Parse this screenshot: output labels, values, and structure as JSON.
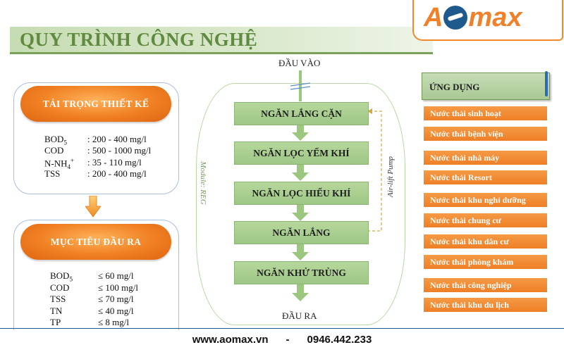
{
  "header": {
    "title": "QUY TRÌNH CÔNG NGHỆ"
  },
  "logo": {
    "prefix": "A",
    "suffix": "max"
  },
  "design_load": {
    "title": "TẢI TRỌNG THIẾT KẾ",
    "params": [
      {
        "name": "BOD5",
        "value": ": 200 - 400 mg/l"
      },
      {
        "name": "COD",
        "value": ": 500 - 1000 mg/l"
      },
      {
        "name": "N-NH4+",
        "value": ": 35 - 110 mg/l"
      },
      {
        "name": "TSS",
        "value": ": 200 - 400 mg/l"
      }
    ]
  },
  "output_target": {
    "title": "MỤC TIÊU ĐẦU RA",
    "params": [
      {
        "name": "BOD5",
        "value": "≤ 60 mg/l"
      },
      {
        "name": "COD",
        "value": "≤ 100 mg/l"
      },
      {
        "name": "TSS",
        "value": "≤ 70 mg/l"
      },
      {
        "name": "TN",
        "value": "≤ 40 mg/l"
      },
      {
        "name": "TP",
        "value": "≤ 8  mg/l"
      }
    ]
  },
  "flow": {
    "input_label": "ĐẦU VÀO",
    "output_label": "ĐẦU RA",
    "module_label": "Module: REG",
    "pump_label": "Air-lift Pump",
    "steps": [
      "NGĂN LẮNG CẶN",
      "NGĂN LỌC YẾM KHÍ",
      "NGĂN LỌC HIẾU KHÍ",
      "NGĂN LẮNG",
      "NGĂN KHỬ TRÙNG"
    ]
  },
  "applications": {
    "title": "ỨNG DỤNG",
    "items": [
      "Nước thải sinh hoạt",
      "Nước thải bệnh viện",
      "Nước thải nhà máy",
      "Nước thải Resort",
      "Nước thải khu nghỉ dưỡng",
      "Nước thải chung cư",
      "Nước thải khu dân cư",
      "Nước thải phòng khám",
      "Nước thải công nghiệp",
      "Nước thải khu du lịch"
    ]
  },
  "footer": {
    "website": "www.aomax.vn",
    "separator": "-",
    "phone": "0946.442.233"
  },
  "colors": {
    "green": "#9ec786",
    "dark_green": "#5f8a3f",
    "orange": "#ee7f26",
    "blue": "#1f5a8c"
  }
}
